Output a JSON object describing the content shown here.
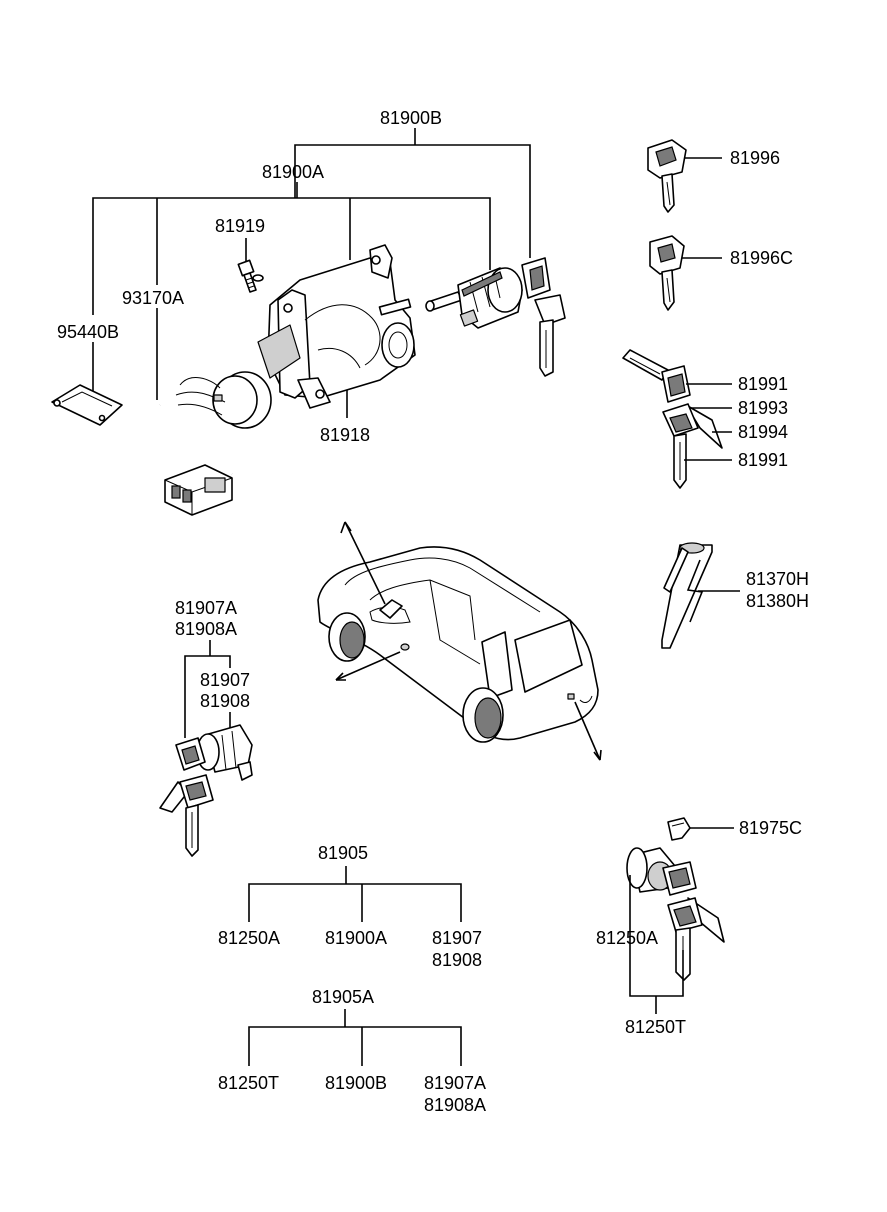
{
  "labels": {
    "p81900B": "81900B",
    "p81900A": "81900A",
    "p81919": "81919",
    "p93170A": "93170A",
    "p95440B": "95440B",
    "p81918": "81918",
    "p81996": "81996",
    "p81996C": "81996C",
    "p81991a": "81991",
    "p81993": "81993",
    "p81994": "81994",
    "p81991b": "81991",
    "p81370H": "81370H",
    "p81380H": "81380H",
    "p81907A": "81907A",
    "p81908A": "81908A",
    "p81907": "81907",
    "p81908": "81908",
    "p81975C": "81975C",
    "p81250A_r": "81250A",
    "p81250T_r": "81250T"
  },
  "kit_81905": {
    "parent": "81905",
    "children": [
      "81250A",
      "81900A",
      "81907",
      "81908"
    ]
  },
  "kit_81905A": {
    "parent": "81905A",
    "children": [
      "81250T",
      "81900B",
      "81907A",
      "81908A"
    ]
  }
}
